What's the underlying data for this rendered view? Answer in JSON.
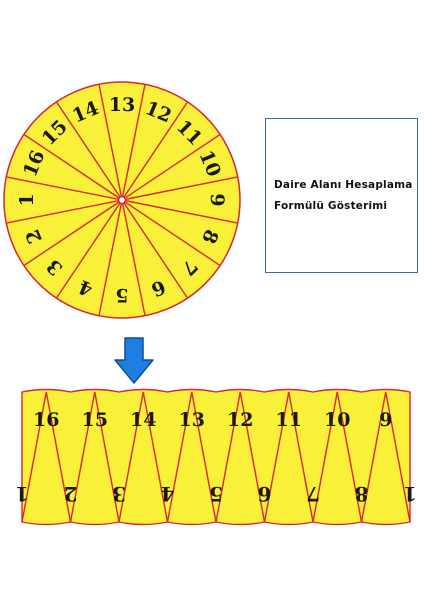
{
  "caption": {
    "line1": "Daire Alanı Hesaplama",
    "line2": "Formülü Gösterimi"
  },
  "wheel": {
    "numbers": [
      "1",
      "2",
      "3",
      "4",
      "5",
      "6",
      "7",
      "8",
      "9",
      "10",
      "11",
      "12",
      "13",
      "14",
      "15",
      "16"
    ],
    "fill_color": "#f9f03a",
    "line_color": "#d8262f"
  },
  "strip": {
    "top_numbers": [
      "16",
      "15",
      "14",
      "13",
      "12",
      "11",
      "10",
      "9"
    ],
    "bottom_numbers": [
      "1",
      "2",
      "3",
      "4",
      "5",
      "6",
      "7",
      "8",
      "1"
    ]
  },
  "arrow": {
    "icon": "down-arrow-icon",
    "color": "#1f7fe0"
  }
}
